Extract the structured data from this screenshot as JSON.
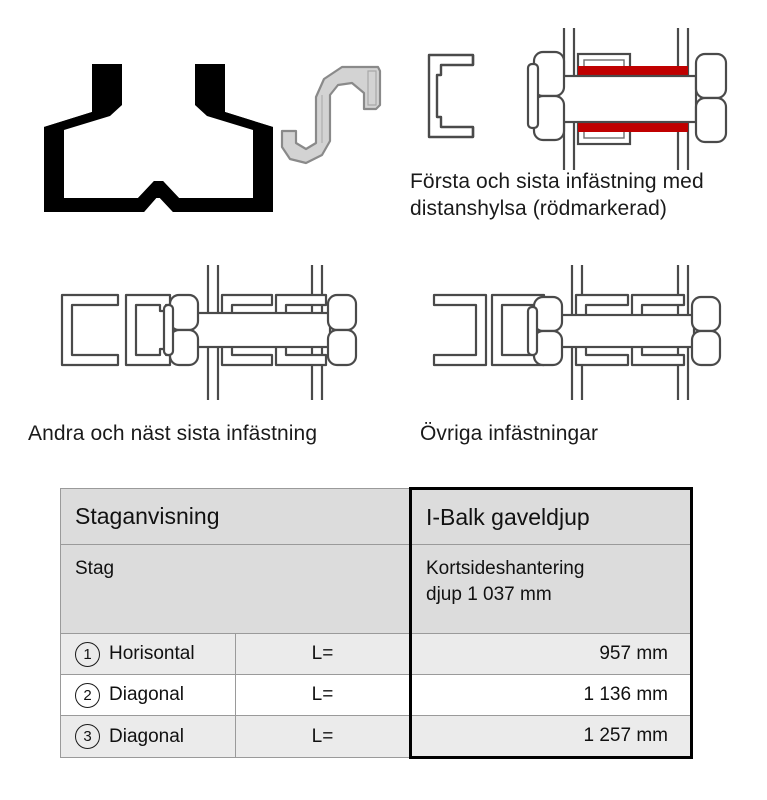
{
  "figures": {
    "beam_profile": {
      "name": "I-beam cross-section profile, solid black"
    },
    "clip": {
      "name": "S-shaped mounting clip, light grey"
    },
    "c_profile": {
      "name": "C-channel profile outline"
    },
    "first_last_joint": {
      "name": "Bolted joint with red spacer sleeve"
    },
    "second_joint": {
      "name": "Two C-profiles back to back, bolted joint"
    },
    "other_joints": {
      "name": "Two C-profiles opening outward, bolted joint"
    }
  },
  "captions": {
    "first_last": "Första och sista infästning med\ndistanshylsa  (rödmarkerad)",
    "second": "Andra och näst sista infästning",
    "other": "Övriga infästningar"
  },
  "table": {
    "headers": {
      "left": "Staganvisning",
      "right": "I-Balk gaveldjup"
    },
    "subrow": {
      "left": "Stag",
      "right": "Kortsideshantering\ndjup 1 037 mm"
    },
    "rows": [
      {
        "index": "1",
        "label": "Horisontal",
        "eq": "L=",
        "value": "957 mm"
      },
      {
        "index": "2",
        "label": "Diagonal",
        "eq": "L=",
        "value": "1 136 mm"
      },
      {
        "index": "3",
        "label": "Diagonal",
        "eq": "L=",
        "value": "1 257 mm"
      }
    ]
  },
  "colors": {
    "spacer_red": "#c00000",
    "header_grey": "#dcdcdc",
    "row_grey": "#ebebeb",
    "clip_grey": "#d3d3d3",
    "line": "#3a3a3a"
  }
}
